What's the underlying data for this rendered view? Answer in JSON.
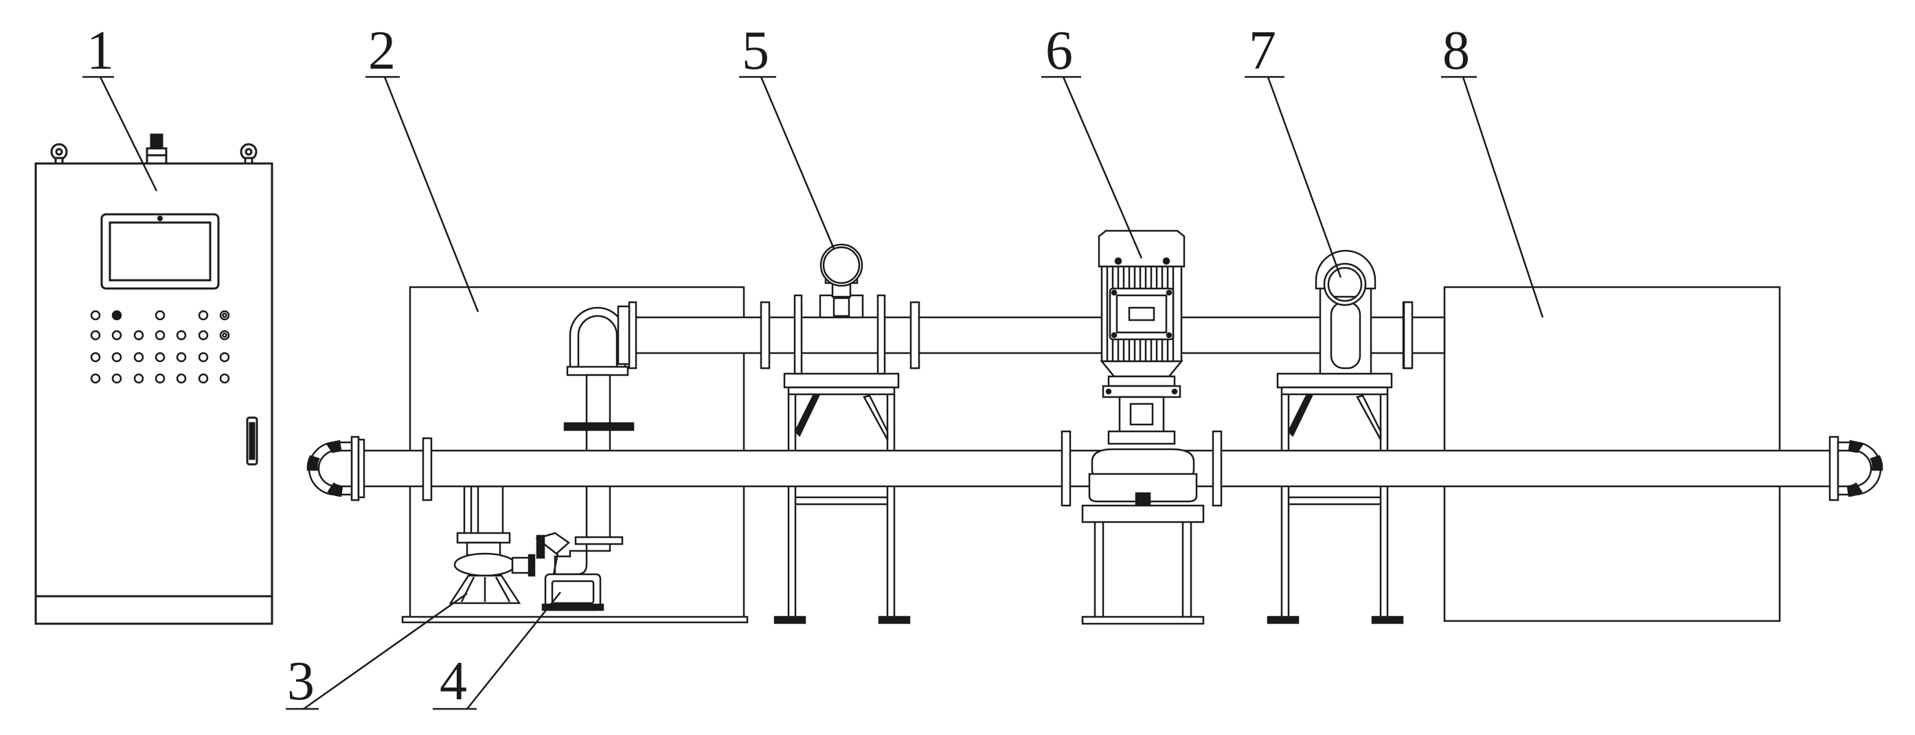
{
  "labels": {
    "l1": "1",
    "l2": "2",
    "l3": "3",
    "l4": "4",
    "l5": "5",
    "l6": "6",
    "l7": "7",
    "l8": "8"
  },
  "colors": {
    "line": "#1a1a1a",
    "background": "#ffffff"
  }
}
